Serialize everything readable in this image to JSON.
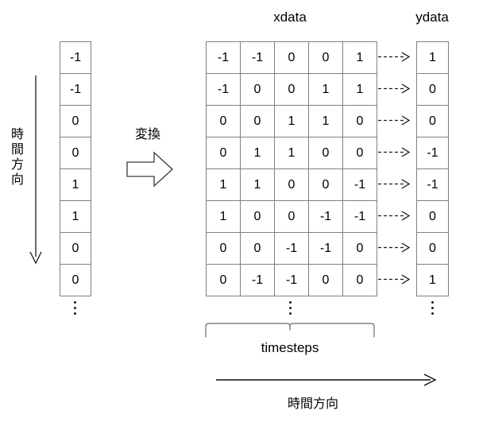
{
  "diagram": {
    "title_hidden": "",
    "headers": {
      "xdata": "xdata",
      "ydata": "ydata"
    },
    "left_sequence": {
      "values": [
        "-1",
        "-1",
        "0",
        "0",
        "1",
        "1",
        "0",
        "0"
      ],
      "ellipsis": "⋮",
      "axis_label": "時間方向",
      "axis_label_chars": [
        "時",
        "間",
        "方",
        "向"
      ],
      "arrow_direction": "down"
    },
    "transform": {
      "label": "変換",
      "arrow_direction": "right"
    },
    "xdata": {
      "rows": [
        [
          "-1",
          "-1",
          "0",
          "0",
          "1"
        ],
        [
          "-1",
          "0",
          "0",
          "1",
          "1"
        ],
        [
          "0",
          "0",
          "1",
          "1",
          "0"
        ],
        [
          "0",
          "1",
          "1",
          "0",
          "0"
        ],
        [
          "1",
          "1",
          "0",
          "0",
          "-1"
        ],
        [
          "1",
          "0",
          "0",
          "-1",
          "-1"
        ],
        [
          "0",
          "0",
          "-1",
          "-1",
          "0"
        ],
        [
          "0",
          "-1",
          "-1",
          "0",
          "0"
        ]
      ],
      "ellipsis": "⋮",
      "brace_label": "timesteps"
    },
    "mapping_arrows": {
      "count": 8,
      "style": "dashed",
      "glyph": "--->"
    },
    "ydata": {
      "values": [
        "1",
        "0",
        "0",
        "-1",
        "-1",
        "0",
        "0",
        "1"
      ],
      "ellipsis": "⋮"
    },
    "bottom_axis": {
      "label": "時間方向",
      "arrow_direction": "right"
    },
    "colors": {
      "grid_line": "#808080",
      "text": "#000000",
      "arrow": "#1a1a1a",
      "brace": "#808080",
      "background": "#ffffff"
    }
  }
}
